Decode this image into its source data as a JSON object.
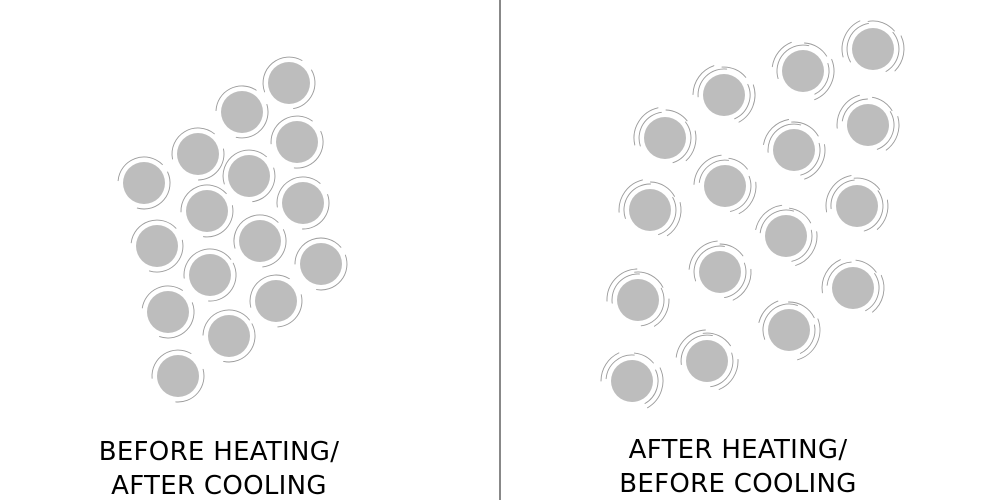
{
  "panels": {
    "left": {
      "caption_line1": "BEFORE HEATING/",
      "caption_line2": "AFTER COOLING"
    },
    "right": {
      "caption_line1": "AFTER HEATING/",
      "caption_line2": "BEFORE COOLING"
    }
  },
  "colors": {
    "particle_fill": "#bdbdbd",
    "motion_line": "#9a9a9a",
    "divider": "#888888"
  }
}
